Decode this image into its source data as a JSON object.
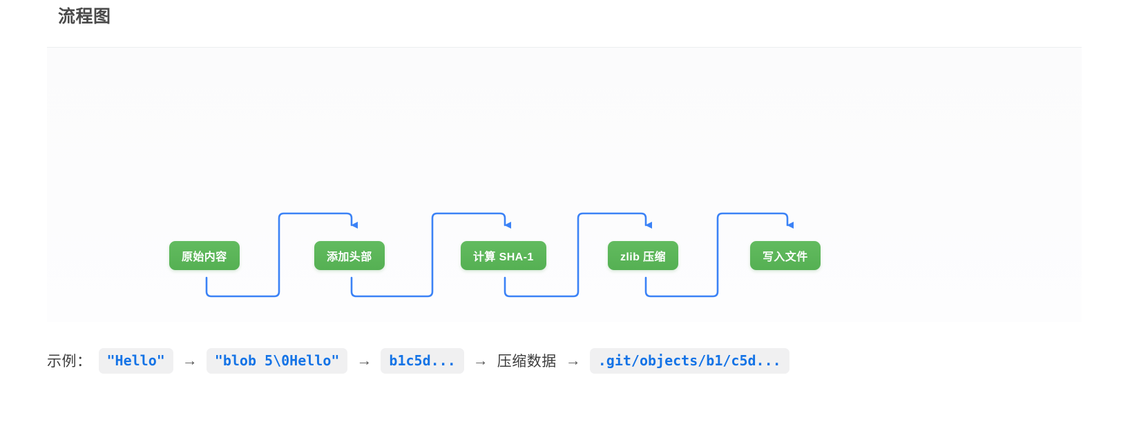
{
  "page": {
    "title": "流程图"
  },
  "diagram": {
    "type": "flowchart",
    "orientation": "left-to-right",
    "node_fill": "#57b155",
    "node_text_color": "#ffffff",
    "connector_color": "#3b82f6",
    "panel_background": "#fbfbfc",
    "nodes": [
      {
        "id": "n1",
        "label": "原始内容"
      },
      {
        "id": "n2",
        "label": "添加头部"
      },
      {
        "id": "n3",
        "label": "计算 SHA-1"
      },
      {
        "id": "n4",
        "label": "zlib 压缩"
      },
      {
        "id": "n5",
        "label": "写入文件"
      }
    ],
    "edges": [
      {
        "from": "n1",
        "to": "n2"
      },
      {
        "from": "n2",
        "to": "n3"
      },
      {
        "from": "n3",
        "to": "n4"
      },
      {
        "from": "n4",
        "to": "n5"
      }
    ]
  },
  "example": {
    "label": "示例：",
    "arrow": "→",
    "steps": [
      {
        "kind": "code",
        "text": "\"Hello\""
      },
      {
        "kind": "code",
        "text": "\"blob 5\\0Hello\""
      },
      {
        "kind": "code",
        "text": "b1c5d..."
      },
      {
        "kind": "plain",
        "text": "压缩数据"
      },
      {
        "kind": "code",
        "text": ".git/objects/b1/c5d..."
      }
    ]
  }
}
